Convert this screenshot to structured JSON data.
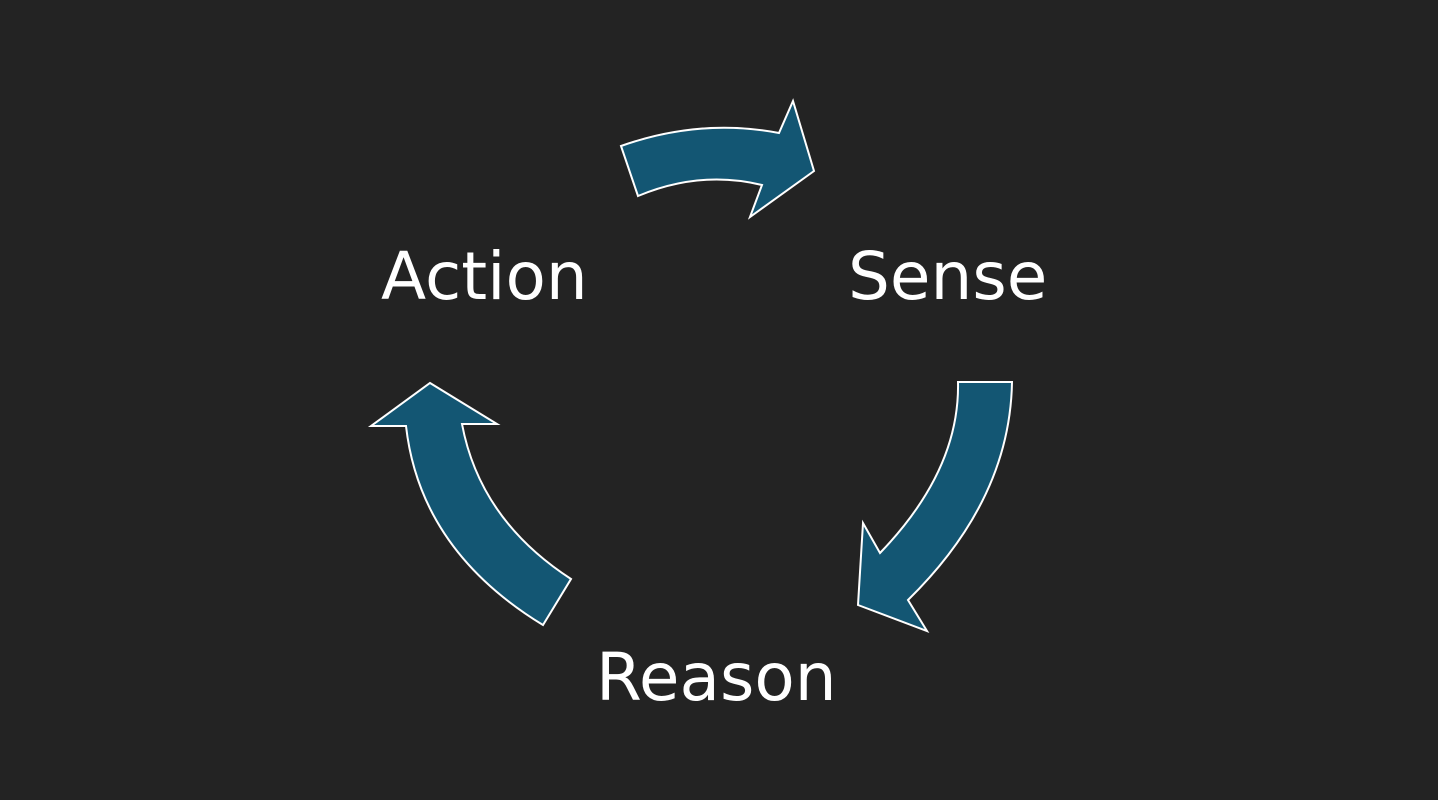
{
  "cycle": {
    "stages": {
      "action": "Action",
      "sense": "Sense",
      "reason": "Reason"
    },
    "arrow_fill_color": "#135673",
    "arrow_outline_color": "#ffffff",
    "text_color": "#ffffff",
    "background_color": "#232323"
  }
}
